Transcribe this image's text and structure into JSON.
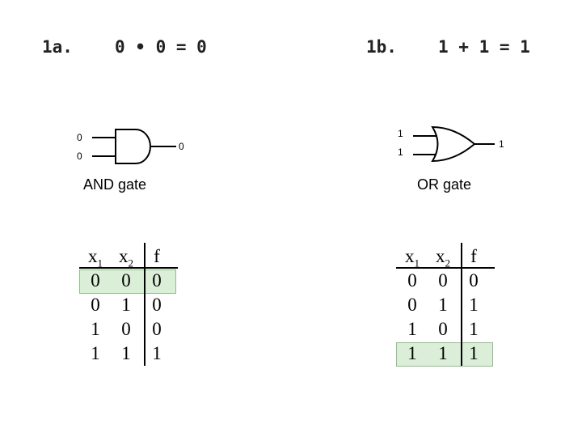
{
  "left": {
    "heading_id": "1a.",
    "heading_expr": "0 • 0 = 0",
    "input_a": "0",
    "input_b": "0",
    "output": "0",
    "caption": "AND gate",
    "table": {
      "headers": [
        [
          "x",
          "1"
        ],
        [
          "x",
          "2"
        ],
        [
          "f",
          ""
        ]
      ],
      "rows": [
        [
          "0",
          "0",
          "0"
        ],
        [
          "0",
          "1",
          "0"
        ],
        [
          "1",
          "0",
          "0"
        ],
        [
          "1",
          "1",
          "1"
        ]
      ],
      "highlight_row": 0
    }
  },
  "right": {
    "heading_id": "1b.",
    "heading_expr": "1 + 1 = 1",
    "input_a": "1",
    "input_b": "1",
    "output": "1",
    "caption": "OR gate",
    "table": {
      "headers": [
        [
          "x",
          "1"
        ],
        [
          "x",
          "2"
        ],
        [
          "f",
          ""
        ]
      ],
      "rows": [
        [
          "0",
          "0",
          "0"
        ],
        [
          "0",
          "1",
          "1"
        ],
        [
          "1",
          "0",
          "1"
        ],
        [
          "1",
          "1",
          "1"
        ]
      ],
      "highlight_row": 3
    }
  },
  "colors": {
    "highlight_fill": "#dbeed8",
    "highlight_border": "#8fbf8a"
  }
}
